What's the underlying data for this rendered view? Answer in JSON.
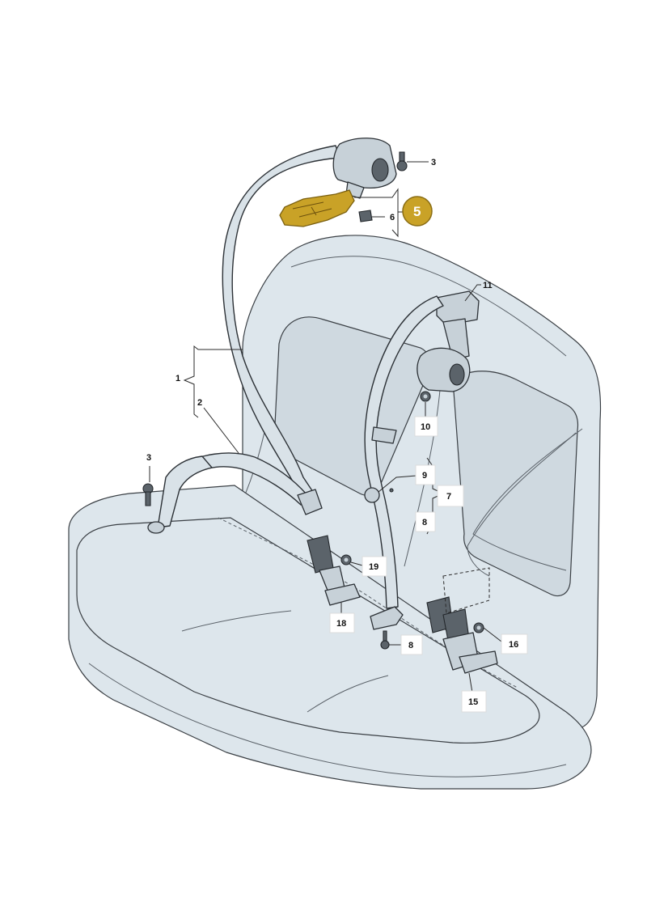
{
  "callouts": {
    "c1": "1",
    "c2": "2",
    "c3_top": "3",
    "c3_left": "3",
    "c5": "5",
    "c6": "6",
    "c7": "7",
    "c8_group": "8",
    "c8_bottom": "8",
    "c9": "9",
    "c10": "10",
    "c11": "11",
    "c15": "15",
    "c16": "16",
    "c18": "18",
    "c19": "19"
  },
  "colors": {
    "highlight": "#c9a227",
    "seat": "#dde6ec",
    "outline": "#2c3136"
  }
}
